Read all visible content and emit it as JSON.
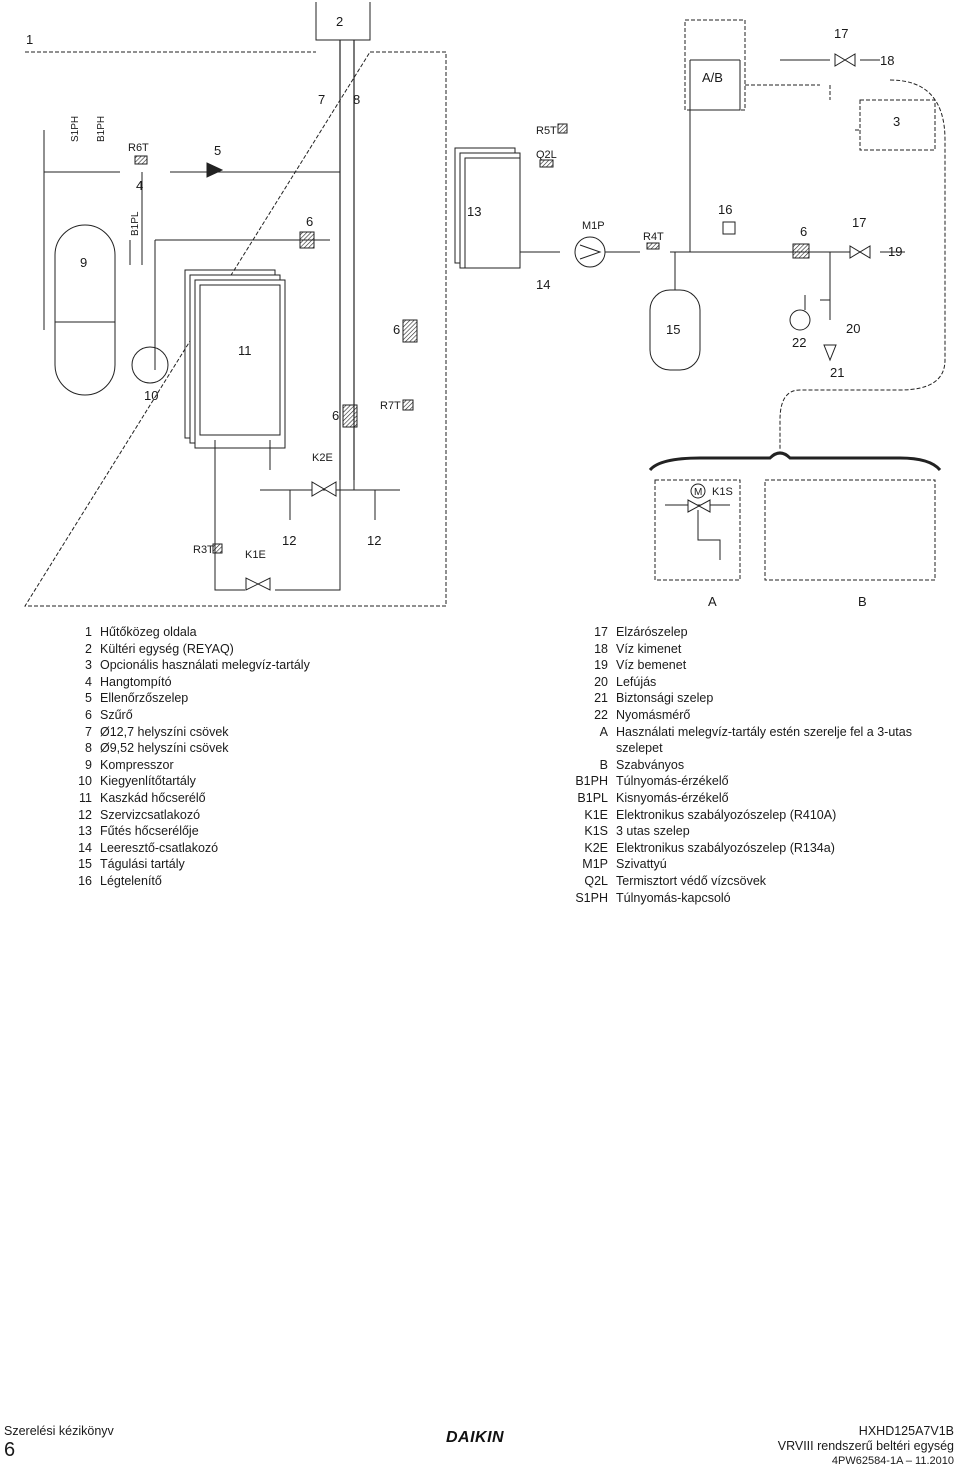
{
  "diagram_labels": {
    "n1": "1",
    "n2": "2",
    "n3": "3",
    "n4": "4",
    "n5": "5",
    "n6": "6",
    "n7": "7",
    "n8": "8",
    "n9": "9",
    "n10": "10",
    "n11": "11",
    "n12": "12",
    "n13": "13",
    "n14": "14",
    "n15": "15",
    "n16": "16",
    "n17": "17",
    "n18": "18",
    "n19": "19",
    "n20": "20",
    "n21": "21",
    "n22": "22",
    "ab": "A/B",
    "a": "A",
    "b": "B",
    "s1ph": "S1PH",
    "b1ph": "B1PH",
    "b1pl": "B1PL",
    "r6t": "R6T",
    "r5t": "R5T",
    "q2l": "Q2L",
    "m1p": "M1P",
    "r4t": "R4T",
    "r7t": "R7T",
    "k2e": "K2E",
    "r3t": "R3T",
    "k1e": "K1E",
    "m": "M",
    "k1s": "K1S"
  },
  "legend_left": [
    {
      "key": "1",
      "text": "Hűtőközeg oldala"
    },
    {
      "key": "2",
      "text": "Kültéri egység (REYAQ)"
    },
    {
      "key": "3",
      "text": "Opcionális használati melegvíz-tartály"
    },
    {
      "key": "4",
      "text": "Hangtompító"
    },
    {
      "key": "5",
      "text": "Ellenőrzőszelep"
    },
    {
      "key": "6",
      "text": "Szűrő"
    },
    {
      "key": "7",
      "text": "Ø12,7 helyszíni csövek"
    },
    {
      "key": "8",
      "text": "Ø9,52 helyszíni csövek"
    },
    {
      "key": "9",
      "text": "Kompresszor"
    },
    {
      "key": "10",
      "text": "Kiegyenlítőtartály"
    },
    {
      "key": "11",
      "text": "Kaszkád hőcserélő"
    },
    {
      "key": "12",
      "text": "Szervizcsatlakozó"
    },
    {
      "key": "13",
      "text": "Fűtés hőcserélője"
    },
    {
      "key": "14",
      "text": "Leeresztő-csatlakozó"
    },
    {
      "key": "15",
      "text": "Tágulási tartály"
    },
    {
      "key": "16",
      "text": "Légtelenítő"
    }
  ],
  "legend_right": [
    {
      "key": "17",
      "text": "Elzárószelep"
    },
    {
      "key": "18",
      "text": "Víz kimenet"
    },
    {
      "key": "19",
      "text": "Víz bemenet"
    },
    {
      "key": "20",
      "text": "Lefújás"
    },
    {
      "key": "21",
      "text": "Biztonsági szelep"
    },
    {
      "key": "22",
      "text": "Nyomásmérő"
    },
    {
      "key": "A",
      "text": "Használati melegvíz-tartály estén szerelje fel a 3-utas szelepet"
    },
    {
      "key": "B",
      "text": "Szabványos"
    },
    {
      "key": "B1PH",
      "text": "Túlnyomás-érzékelő"
    },
    {
      "key": "B1PL",
      "text": "Kisnyomás-érzékelő"
    },
    {
      "key": "K1E",
      "text": "Elektronikus szabályozószelep (R410A)"
    },
    {
      "key": "K1S",
      "text": "3 utas szelep"
    },
    {
      "key": "K2E",
      "text": "Elektronikus szabályozószelep (R134a)"
    },
    {
      "key": "M1P",
      "text": "Szivattyú"
    },
    {
      "key": "Q2L",
      "text": "Termisztort védő vízcsövek"
    },
    {
      "key": "S1PH",
      "text": "Túlnyomás-kapcsoló"
    }
  ],
  "footer": {
    "manual": "Szerelési kézikönyv",
    "page": "6",
    "brand": "DAIKIN",
    "model": "HXHD125A7V1B",
    "product": "VRVIII rendszerű beltéri egység",
    "doc": "4PW62584-1A – 11.2010"
  }
}
